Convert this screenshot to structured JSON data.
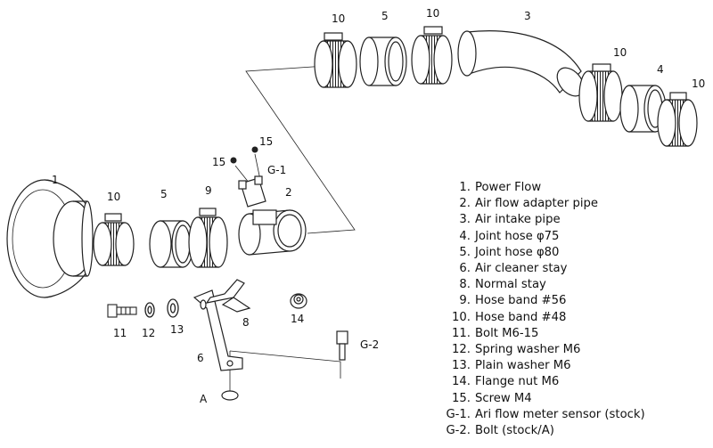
{
  "labels": {
    "n1": "1",
    "n2": "2",
    "n3": "3",
    "n4": "4",
    "n5a": "5",
    "n5b": "5",
    "n6": "6",
    "n8": "8",
    "n9": "9",
    "n10a": "10",
    "n10b": "10",
    "n10c": "10",
    "n10d": "10",
    "n10e": "10",
    "n11": "11",
    "n12": "12",
    "n13": "13",
    "n14": "14",
    "n15a": "15",
    "n15b": "15",
    "g1": "G-1",
    "g2": "G-2",
    "a": "A"
  },
  "legend": [
    {
      "code": "1.",
      "text": "Power Flow"
    },
    {
      "code": "2.",
      "text": "Air flow adapter pipe"
    },
    {
      "code": "3.",
      "text": "Air intake pipe"
    },
    {
      "code": "4.",
      "text": "Joint hose  φ75"
    },
    {
      "code": "5.",
      "text": "Joint hose  φ80"
    },
    {
      "code": "6.",
      "text": "Air cleaner stay"
    },
    {
      "code": "8.",
      "text": "Normal stay"
    },
    {
      "code": "9.",
      "text": "Hose band  #56"
    },
    {
      "code": "10.",
      "text": "Hose band  #48"
    },
    {
      "code": "11.",
      "text": "Bolt  M6-15"
    },
    {
      "code": "12.",
      "text": "Spring washer  M6"
    },
    {
      "code": "13.",
      "text": "Plain washer  M6"
    },
    {
      "code": "14.",
      "text": "Flange nut  M6"
    },
    {
      "code": "15.",
      "text": "Screw  M4"
    },
    {
      "code": "G-1.",
      "text": "Ari flow meter sensor (stock)"
    },
    {
      "code": "G-2.",
      "text": "Bolt (stock/A)"
    }
  ]
}
